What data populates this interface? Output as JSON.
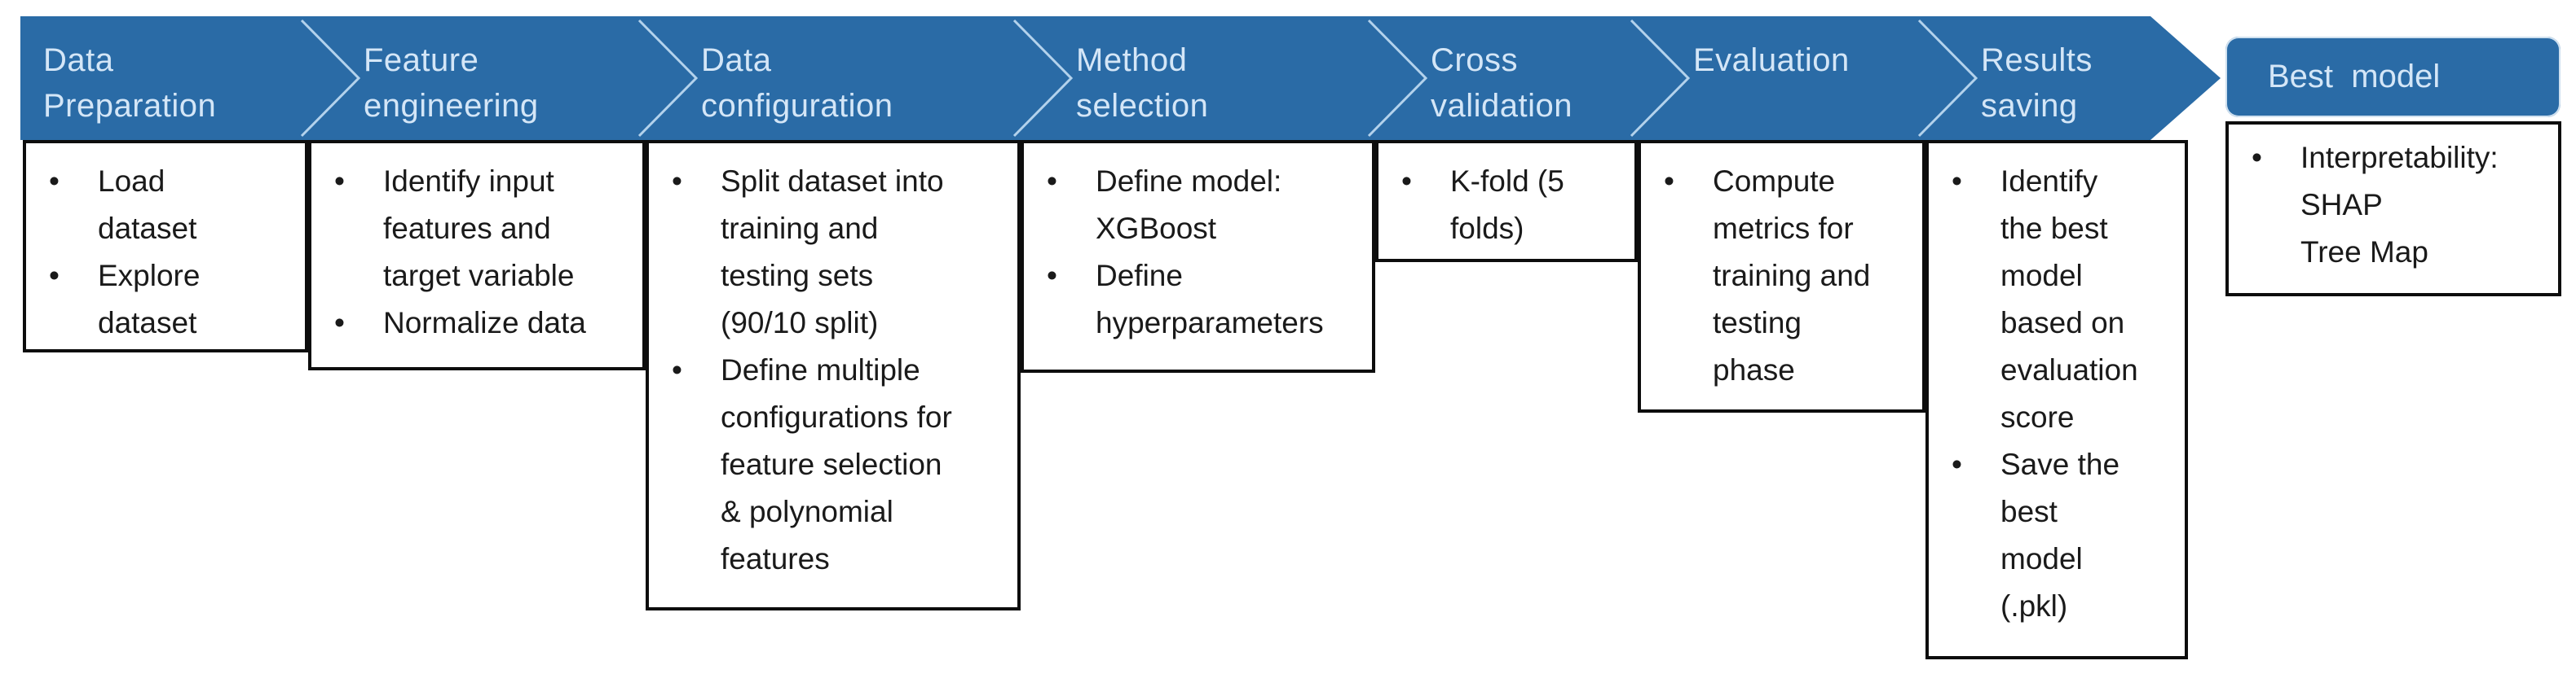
{
  "bullet_char": "•",
  "colors": {
    "band_blue": "#2a6ba6",
    "header_text": "#d4e6f7",
    "chevron_divider": "#b3d2ec",
    "box_border": "#0d0d0d",
    "body_text": "#1a1a1a",
    "background": "#ffffff"
  },
  "stages": [
    {
      "title": "Data\nPreparation",
      "bullets": [
        "Load\ndataset",
        "Explore\ndataset"
      ]
    },
    {
      "title": "Feature\nengineering",
      "bullets": [
        "Identify input\nfeatures and\ntarget variable",
        "Normalize data"
      ]
    },
    {
      "title": "Data\nconfiguration",
      "bullets": [
        "Split dataset into\ntraining and\ntesting sets\n(90/10 split)",
        "Define multiple\nconfigurations for\nfeature selection\n& polynomial\nfeatures"
      ]
    },
    {
      "title": "Method\nselection",
      "bullets": [
        "Define model:\nXGBoost",
        "Define\nhyperparameters"
      ]
    },
    {
      "title": "Cross\nvalidation",
      "bullets": [
        "K-fold (5\nfolds)"
      ]
    },
    {
      "title": "Evaluation",
      "bullets": [
        "Compute\nmetrics for\ntraining and\ntesting\nphase"
      ]
    },
    {
      "title": "Results\nsaving",
      "bullets": [
        "Identify\nthe best\nmodel\nbased on\nevaluation\nscore",
        "Save the\nbest\nmodel\n(.pkl)"
      ]
    }
  ],
  "result": {
    "title": "Best  model",
    "bullets": [
      "Interpretability:\nSHAP\nTree Map"
    ]
  }
}
